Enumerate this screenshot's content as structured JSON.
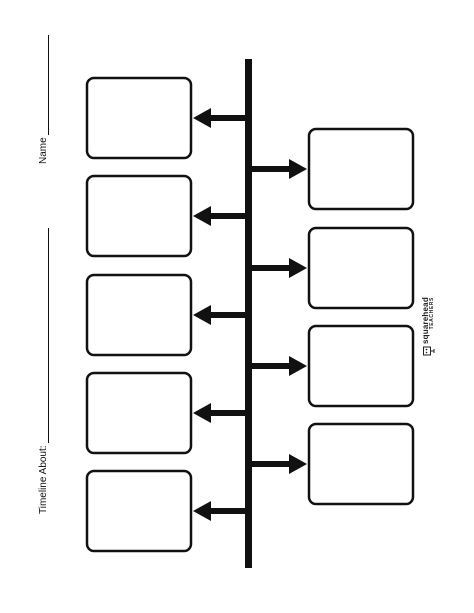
{
  "worksheet": {
    "name_label": "Name",
    "timeline_about_label": "Timeline About:"
  },
  "logo": {
    "brand": "squarehead",
    "sub": "TEACHERS"
  },
  "timeline": {
    "left_boxes": 5,
    "right_boxes": 4
  }
}
